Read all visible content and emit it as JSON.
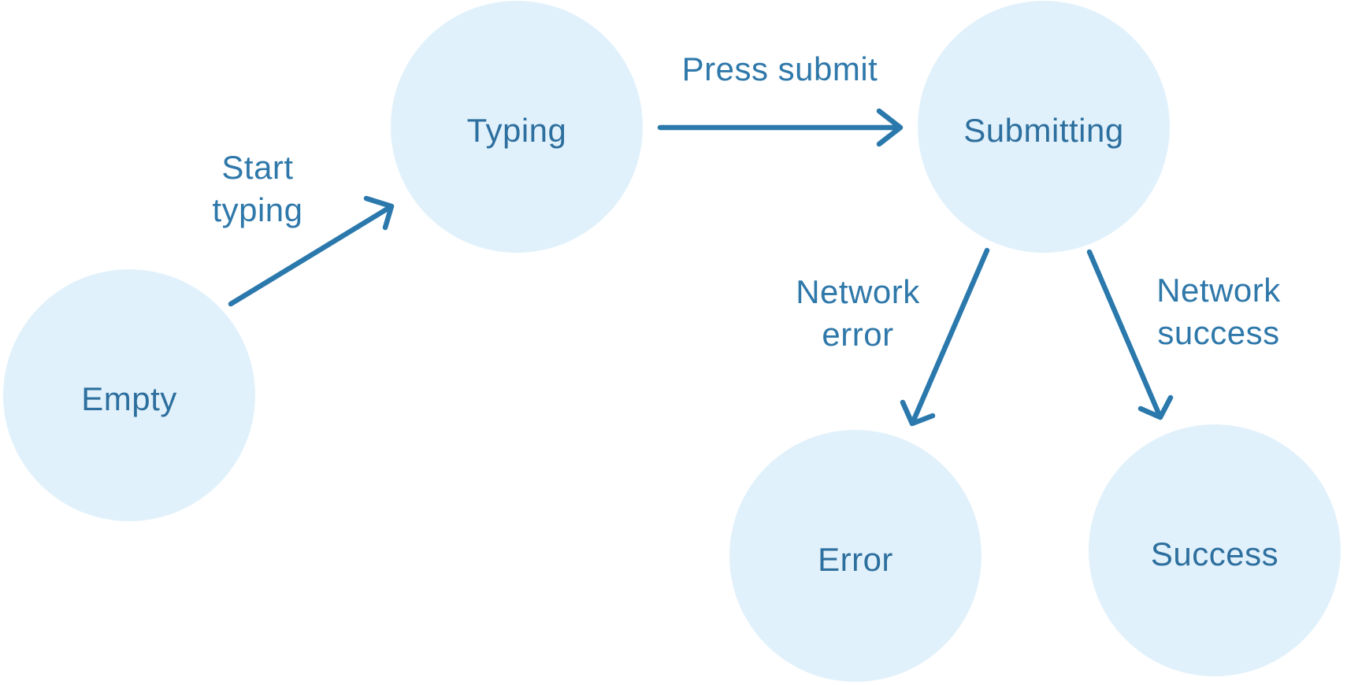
{
  "diagram": {
    "type": "state-machine",
    "states": [
      {
        "id": "empty",
        "label": "Empty"
      },
      {
        "id": "typing",
        "label": "Typing"
      },
      {
        "id": "submitting",
        "label": "Submitting"
      },
      {
        "id": "error",
        "label": "Error"
      },
      {
        "id": "success",
        "label": "Success"
      }
    ],
    "transitions": [
      {
        "from": "Empty",
        "to": "Typing",
        "label": "Start typing"
      },
      {
        "from": "Typing",
        "to": "Submitting",
        "label": "Press submit"
      },
      {
        "from": "Submitting",
        "to": "Error",
        "label": "Network error"
      },
      {
        "from": "Submitting",
        "to": "Success",
        "label": "Network success"
      }
    ],
    "colors": {
      "background": "#ffffff",
      "node_fill": "#e1f1fb",
      "node_text": "#2d6f9e",
      "arrow": "#2b79ac",
      "edge_label": "#2f78aa"
    }
  }
}
